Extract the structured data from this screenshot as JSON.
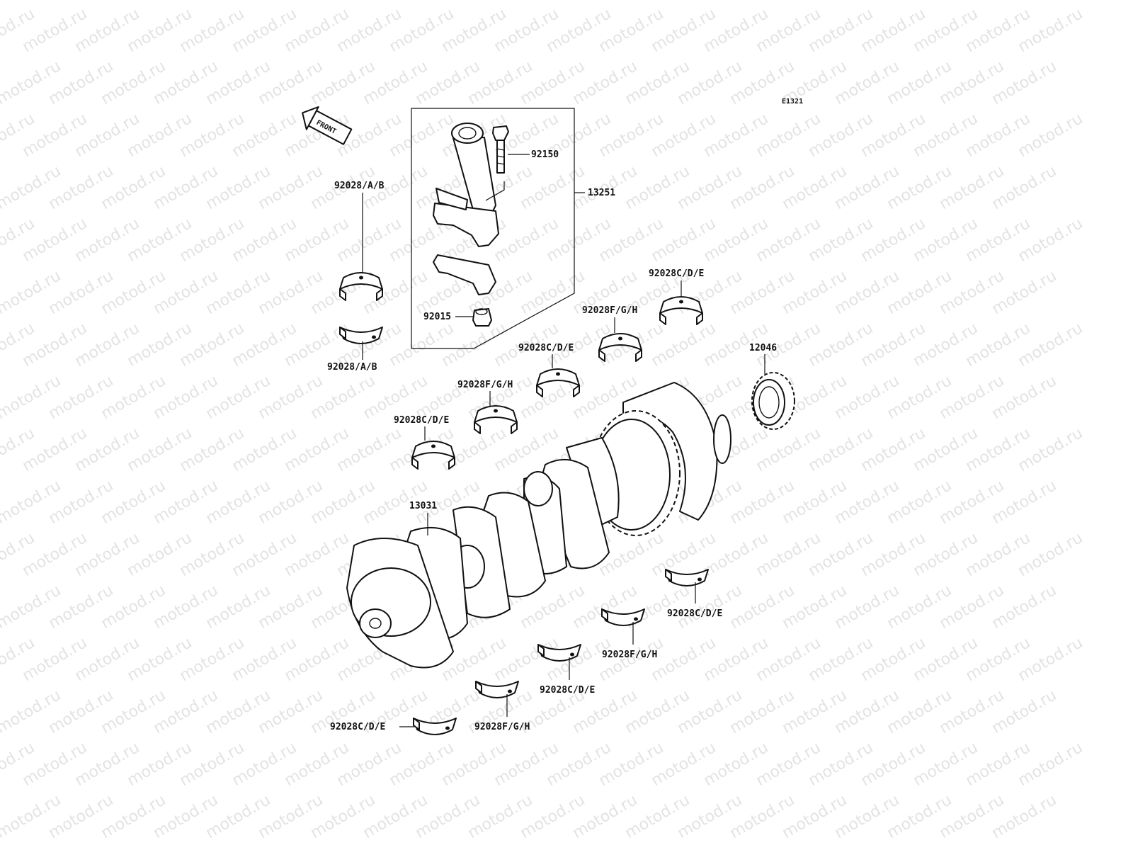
{
  "diagram": {
    "code": "E1321",
    "front_label": "FRONT",
    "watermark": "motod.ru",
    "labels": {
      "rod_bolt": "92150",
      "rod_assy": "13251",
      "rod_nut": "92015",
      "rod_bearing_top": "92028/A/B",
      "rod_bearing_bottom": "92028/A/B",
      "main_a": "92028C/D/E",
      "main_b": "92028F/G/H",
      "main_c": "92028C/D/E",
      "main_d": "92028F/G/H",
      "main_e": "92028C/D/E",
      "gear": "12046",
      "crankshaft": "13031",
      "lower_a": "92028C/D/E",
      "lower_b": "92028F/G/H",
      "lower_c": "92028C/D/E",
      "lower_d": "92028F/G/H",
      "lower_e": "92028C/D/E"
    }
  }
}
